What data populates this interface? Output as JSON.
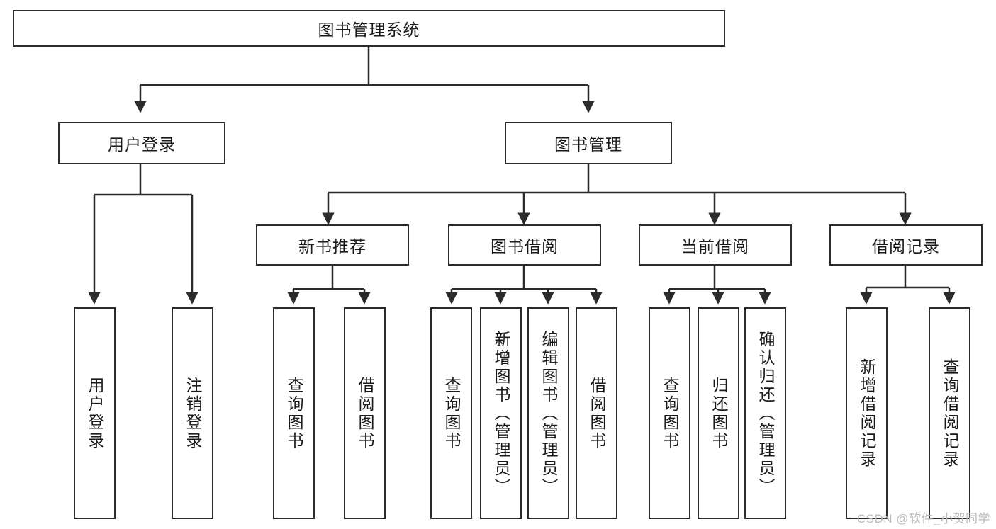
{
  "diagram": {
    "type": "tree-hierarchy",
    "title": "图书管理系统",
    "root": {
      "label": "图书管理系统",
      "id": "root"
    },
    "level2": [
      {
        "id": "user-login",
        "label": "用户登录"
      },
      {
        "id": "book-management",
        "label": "图书管理"
      }
    ],
    "level3": [
      {
        "id": "new-book-recommend",
        "label": "新书推荐",
        "parent": "book-management"
      },
      {
        "id": "book-borrow",
        "label": "图书借阅",
        "parent": "book-management"
      },
      {
        "id": "current-borrow",
        "label": "当前借阅",
        "parent": "book-management"
      },
      {
        "id": "borrow-record",
        "label": "借阅记录",
        "parent": "book-management"
      }
    ],
    "leaves": [
      {
        "id": "leaf-user-login",
        "label": "用户登录",
        "parent": "user-login"
      },
      {
        "id": "leaf-logout-login",
        "label": "注销登录",
        "parent": "user-login"
      },
      {
        "id": "leaf-query-book-1",
        "label": "查询图书",
        "parent": "new-book-recommend"
      },
      {
        "id": "leaf-borrow-book-1",
        "label": "借阅图书",
        "parent": "new-book-recommend"
      },
      {
        "id": "leaf-query-book-2",
        "label": "查询图书",
        "parent": "book-borrow"
      },
      {
        "id": "leaf-add-book",
        "label": "新增图书（管理员）",
        "parent": "book-borrow"
      },
      {
        "id": "leaf-edit-book",
        "label": "编辑图书（管理员）",
        "parent": "book-borrow"
      },
      {
        "id": "leaf-borrow-book-2",
        "label": "借阅图书",
        "parent": "book-borrow"
      },
      {
        "id": "leaf-query-book-3",
        "label": "查询图书",
        "parent": "current-borrow"
      },
      {
        "id": "leaf-return-book",
        "label": "归还图书",
        "parent": "current-borrow"
      },
      {
        "id": "leaf-confirm-return",
        "label": "确认归还（管理员）",
        "parent": "current-borrow"
      },
      {
        "id": "leaf-add-record",
        "label": "新增借阅记录",
        "parent": "borrow-record"
      },
      {
        "id": "leaf-query-record",
        "label": "查询借阅记录",
        "parent": "borrow-record"
      }
    ],
    "watermark": "CSDN @软件_小贺同学",
    "colors": {
      "stroke": "#2b2b2b",
      "fill": "#ffffff",
      "text": "#1a1a1a",
      "watermark": "#b9b9b9"
    }
  }
}
